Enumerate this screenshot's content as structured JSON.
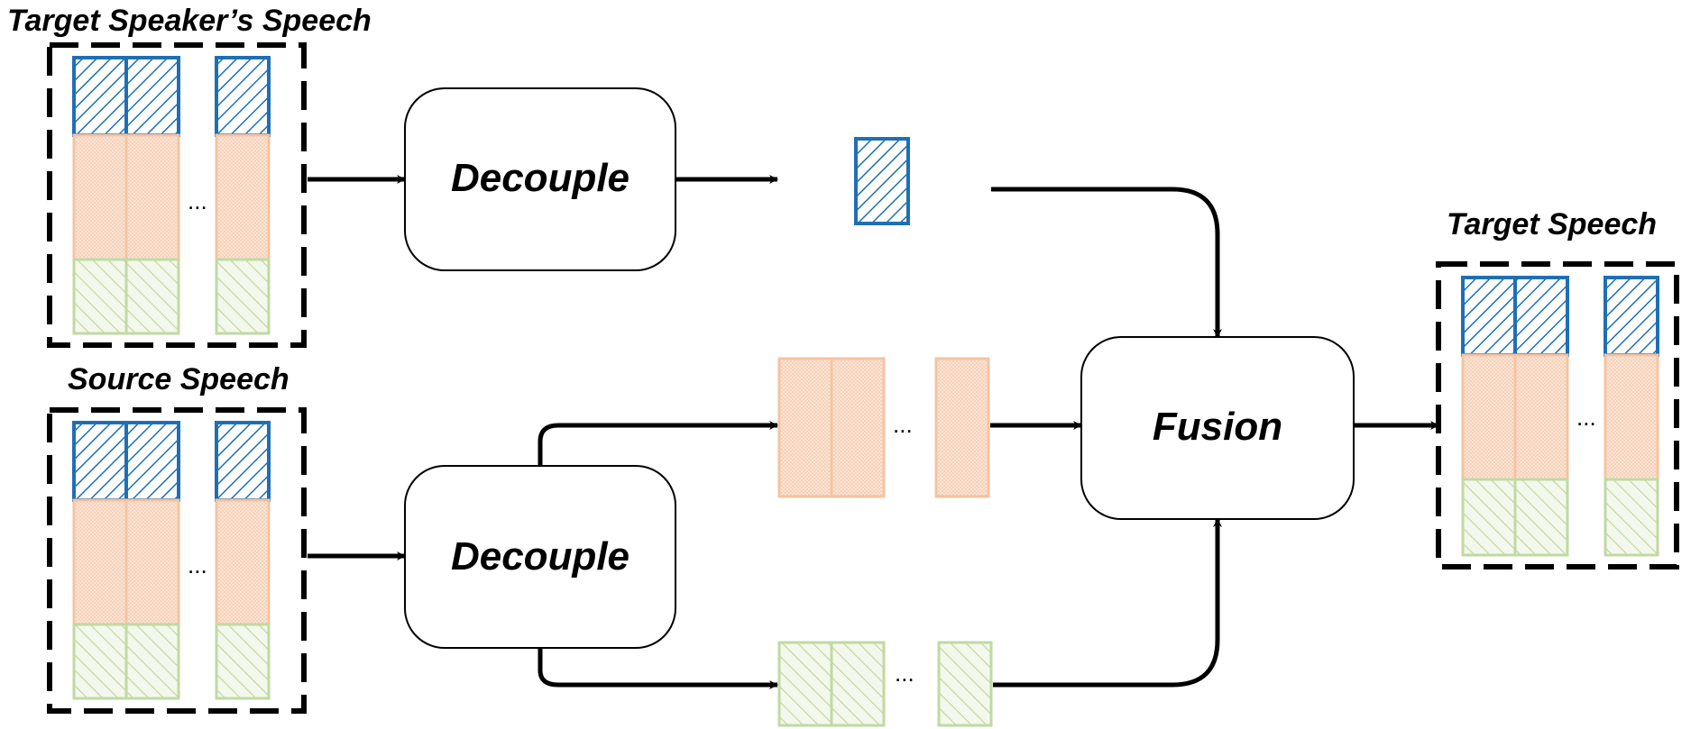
{
  "labels": {
    "target_speaker_speech": "Target Speaker’s Speech",
    "source_speech": "Source Speech",
    "target_speech": "Target Speech",
    "decouple_top": "Decouple",
    "decouple_bottom": "Decouple",
    "fusion": "Fusion",
    "ellipsis": "..."
  },
  "colors": {
    "blue": "#1f6fb5",
    "orange": "#f4c3a1",
    "orange_fill": "#fbe3d2",
    "green": "#c2d9a3",
    "green_fill": "#eef5e3",
    "stroke": "#000000"
  }
}
